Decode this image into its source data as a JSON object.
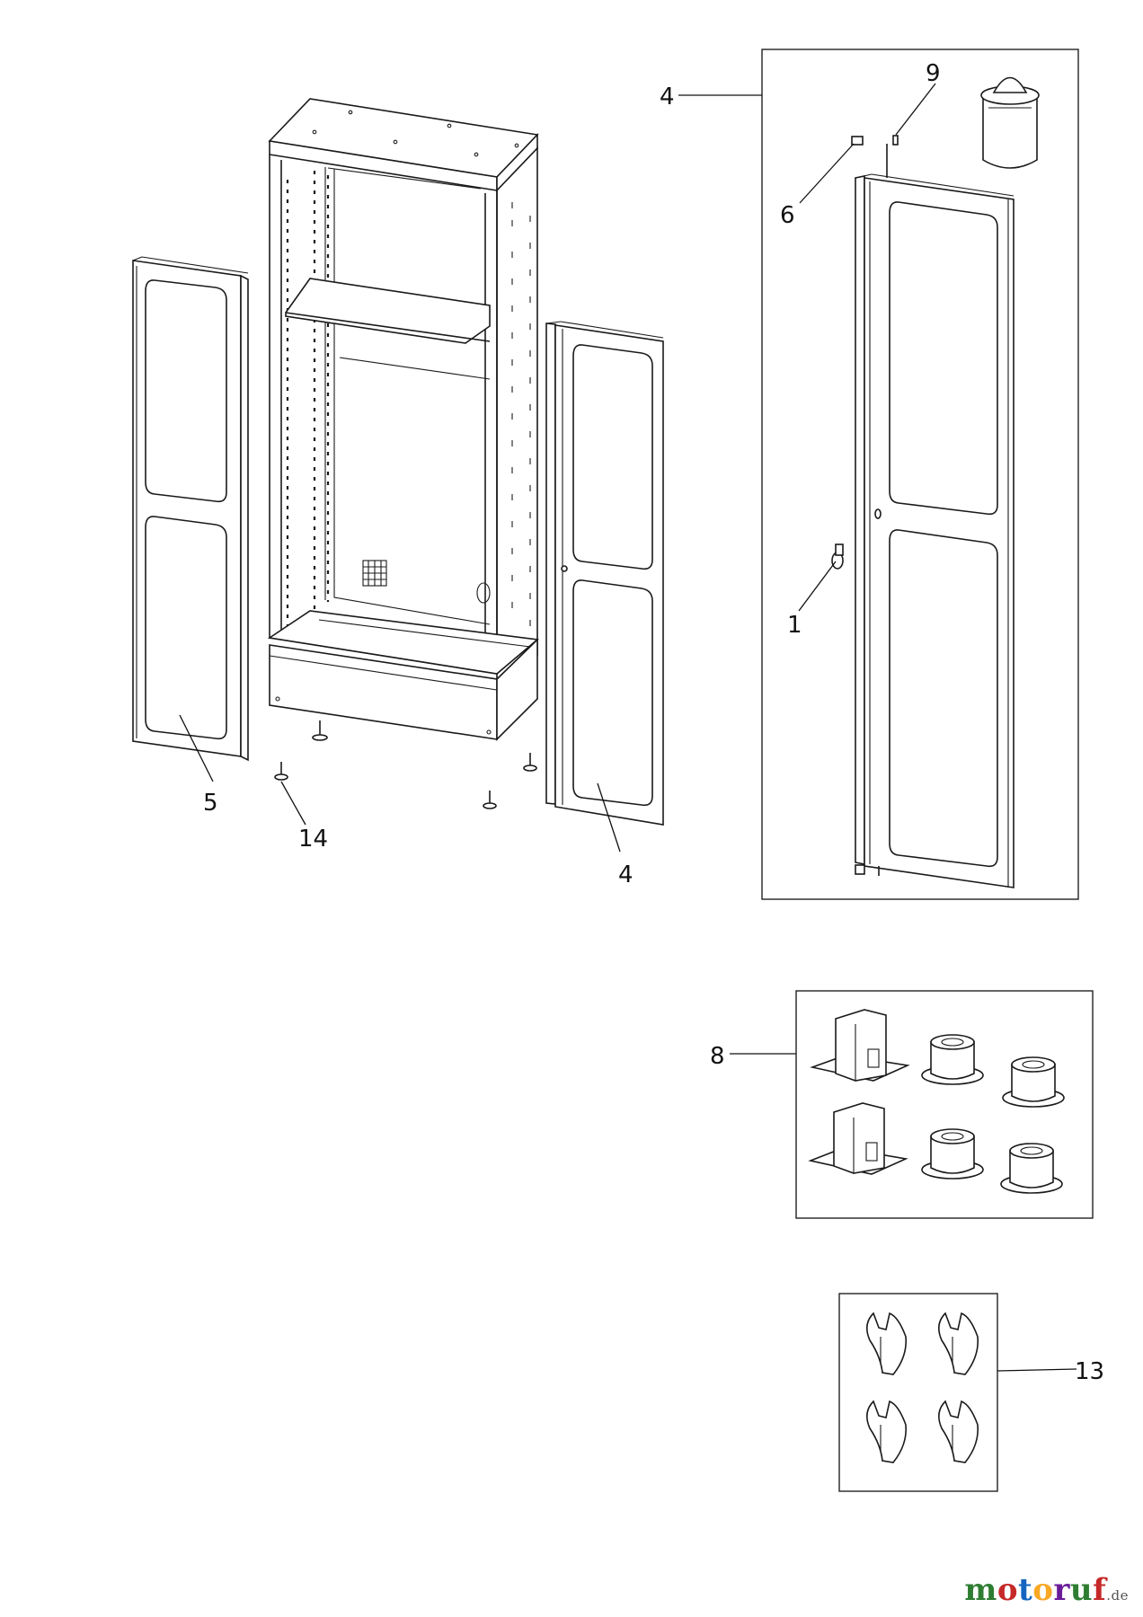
{
  "callouts": {
    "c4_top": "4",
    "c9": "9",
    "c6": "6",
    "c1": "1",
    "c5": "5",
    "c14": "14",
    "c4_bottom": "4",
    "c8": "8",
    "c13": "13"
  },
  "watermark": {
    "letters": [
      "m",
      "o",
      "t",
      "o",
      "r",
      "u",
      "f"
    ],
    "colors": [
      "#2e7d32",
      "#c62828",
      "#1565c0",
      "#f9a825",
      "#6a1b9a",
      "#2e7d32",
      "#c62828"
    ],
    "tld": ".de"
  }
}
